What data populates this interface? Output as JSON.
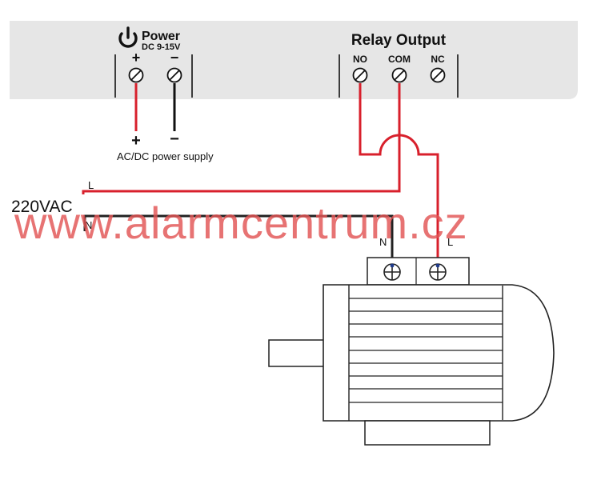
{
  "power": {
    "title": "Power",
    "voltage": "DC 9-15V",
    "plus_label": "+",
    "minus_label": "−",
    "supply_plus": "+",
    "supply_minus": "−",
    "supply_label": "AC/DC power supply"
  },
  "relay": {
    "title": "Relay Output",
    "terminals": [
      "NO",
      "COM",
      "NC"
    ]
  },
  "mains": {
    "label": "220VAC",
    "line_label": "L",
    "neutral_label": "N"
  },
  "motor": {
    "neutral_label": "N",
    "line_label": "L"
  },
  "watermark": "www.alarmcentrum.cz",
  "colors": {
    "live_wire": "#d8202c",
    "neutral_wire": "#222222",
    "panel": "#e6e6e6",
    "watermark": "#e25454",
    "terminal_screw": "#1f3a8a"
  }
}
